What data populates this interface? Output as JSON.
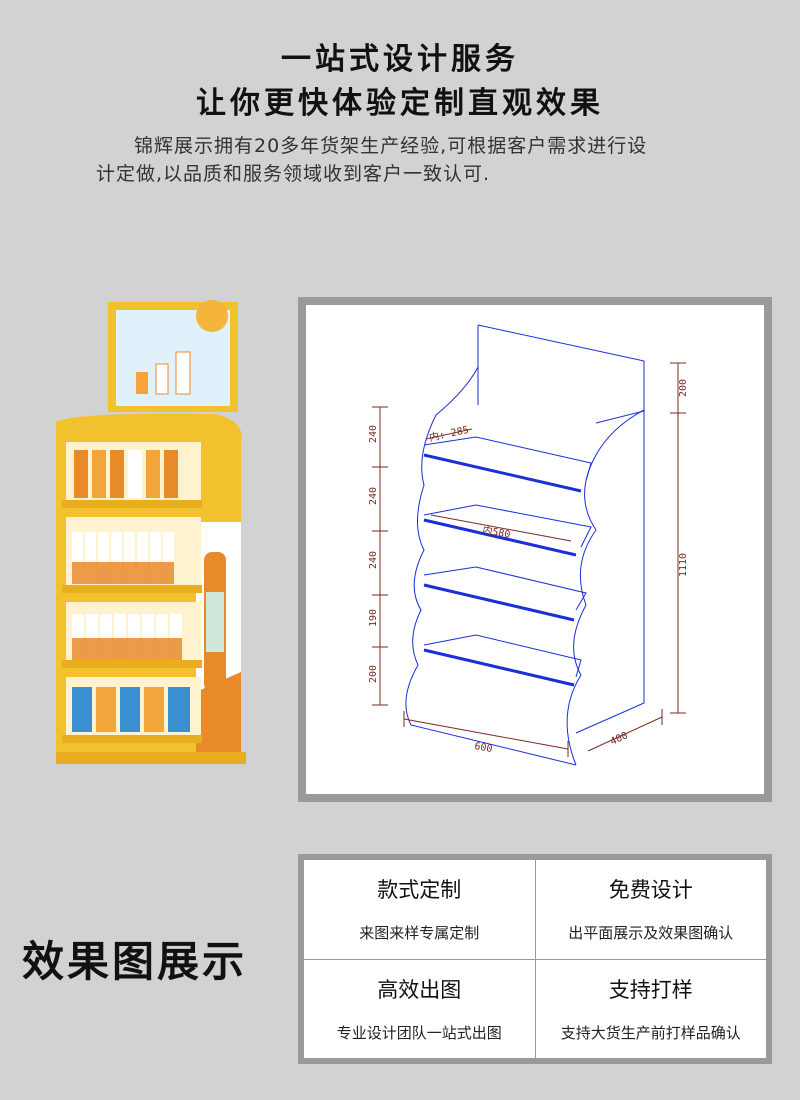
{
  "header": {
    "line1": "一站式设计服务",
    "line2": "让你更快体验定制直观效果",
    "description": "锦辉展示拥有20多年货架生产经验,可根据客户需求进行设计定做,以品质和服务领域收到客户一致认可."
  },
  "drawing": {
    "dims_left": [
      "240",
      "240",
      "240",
      "190",
      "200"
    ],
    "dims_right": [
      "200",
      "1110"
    ],
    "inner_depth": "内: 285",
    "inner_width": "内580",
    "width": "600",
    "depth": "400"
  },
  "section_title": "效果图展示",
  "features": [
    {
      "title": "款式定制",
      "sub": "来图来样专属定制"
    },
    {
      "title": "免费设计",
      "sub": "出平面展示及效果图确认"
    },
    {
      "title": "高效出图",
      "sub": "专业设计团队一站式出图"
    },
    {
      "title": "支持打样",
      "sub": "支持大货生产前打样品确认"
    }
  ],
  "colors": {
    "background": "#d2d2d2",
    "rack_yellow": "#f2c12e",
    "rack_orange": "#e88a2a",
    "drawing_blue": "#1a2fd6",
    "dimension_brown": "#7a2a20"
  }
}
